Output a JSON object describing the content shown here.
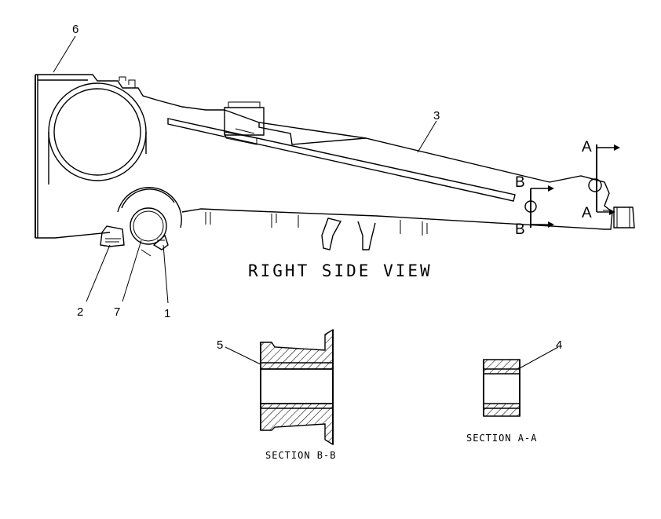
{
  "drawing": {
    "view_title": "RIGHT SIDE VIEW",
    "callouts": [
      "6",
      "3",
      "2",
      "7",
      "1",
      "5",
      "4"
    ],
    "cut_markers": {
      "a_top": "A",
      "a_bottom": "A",
      "b_top": "B",
      "b_bottom": "B"
    },
    "section_bb_title": "SECTION B-B",
    "section_aa_title": "SECTION A-A"
  }
}
